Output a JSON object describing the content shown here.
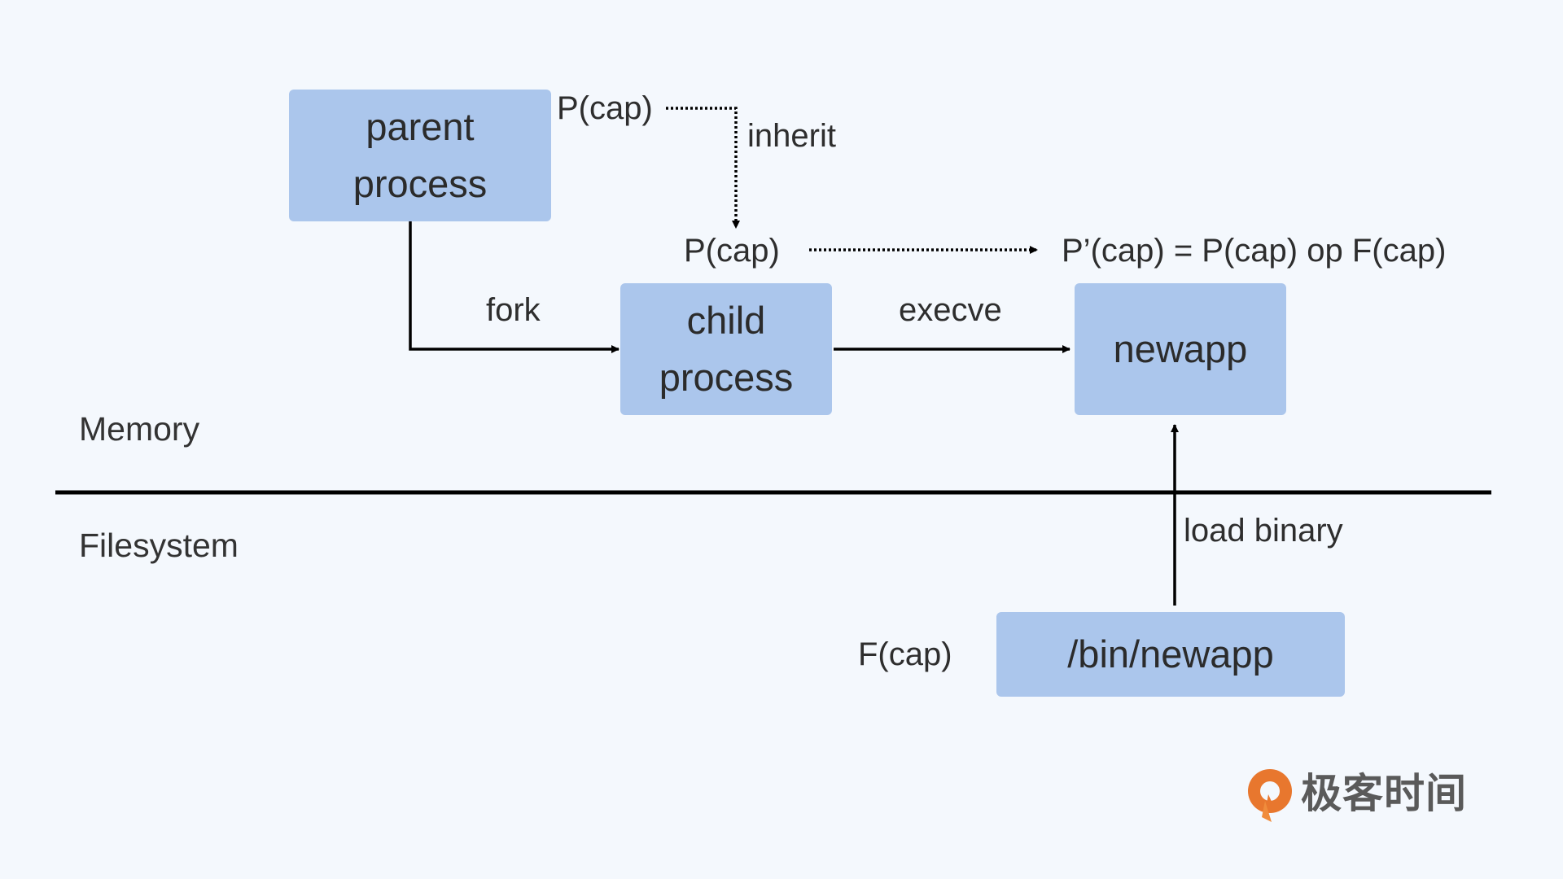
{
  "diagram": {
    "nodes": {
      "parent": {
        "line1": "parent",
        "line2": "process"
      },
      "child": {
        "line1": "child",
        "line2": "process"
      },
      "newapp": {
        "label": "newapp"
      },
      "binary": {
        "label": "/bin/newapp"
      }
    },
    "edges": {
      "fork": "fork",
      "execve": "execve",
      "inherit": "inherit",
      "load_binary": "load binary"
    },
    "capabilities": {
      "parent_cap": "P(cap)",
      "child_cap": "P(cap)",
      "new_cap_formula": "P’(cap) = P(cap) op F(cap)",
      "file_cap": "F(cap)"
    },
    "zones": {
      "memory": "Memory",
      "filesystem": "Filesystem"
    }
  },
  "branding": {
    "logo_text": "极客时间",
    "logo_color": "#e8772e"
  },
  "colors": {
    "background": "#f4f8fd",
    "node_fill": "#abc6ec",
    "text": "#2e2e2e",
    "line": "#000000"
  }
}
